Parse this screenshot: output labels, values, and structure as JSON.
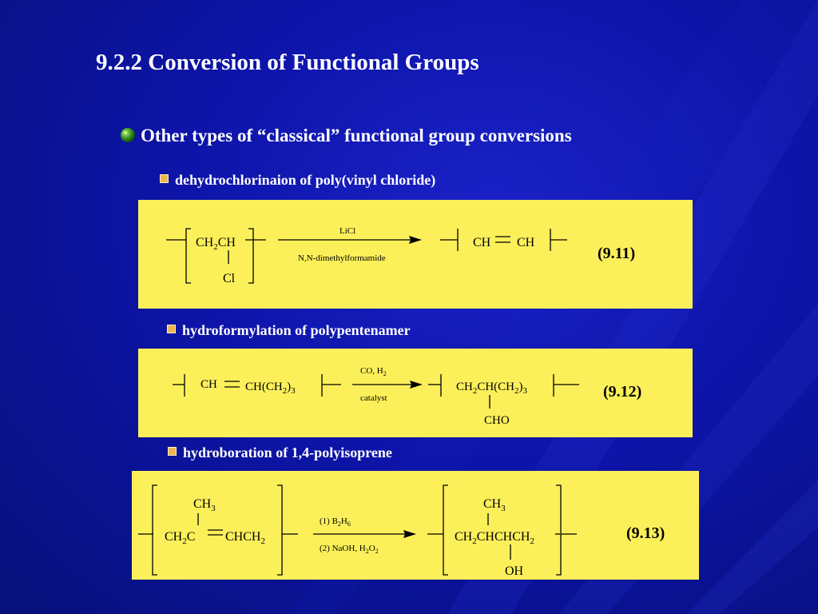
{
  "slide": {
    "title": "9.2.2 Conversion of Functional Groups",
    "bullet": "Other types of  “classical” functional group conversions",
    "icons": {
      "bullet": "green-sphere-icon",
      "subbullet": "orange-square-icon"
    },
    "colors": {
      "background": "#0d14a8",
      "panel": "#fcf05a",
      "subbullet": "#f0b450"
    }
  },
  "reactions": [
    {
      "heading": "dehydrochlorinaion of poly(vinyl chloride)",
      "number": "(9.11)",
      "reagent_above": "LiCl",
      "reagent_below": "N,N-dimethylformamide",
      "reactant": {
        "ch2": "CH",
        "ch2_sub": "2",
        "ch": "CH",
        "substituent": "Cl"
      },
      "product": {
        "left": "CH",
        "right": "CH"
      }
    },
    {
      "heading": "hydroformylation of polypentenamer",
      "number": "(9.12)",
      "reagent_above": "CO, H",
      "reagent_above_sub": "2",
      "reagent_below": "catalyst",
      "reactant": {
        "left": "CH",
        "right": "CH(CH",
        "right_sub": "2",
        "right_close": ")",
        "right_close_sub": "3"
      },
      "product": {
        "main": "CH",
        "main_sub": "2",
        "main2": "CH(CH",
        "main2_sub": "2",
        "close": ")",
        "close_sub": "3",
        "substituent": "CHO"
      }
    },
    {
      "heading": "hydroboration of 1,4-polyisoprene",
      "number": "(9.13)",
      "reagent1": "(1) B",
      "reagent1_sub1": "2",
      "reagent1_h": "H",
      "reagent1_sub2": "6",
      "reagent2": "(2) NaOH, H",
      "reagent2_sub1": "2",
      "reagent2_o": "O",
      "reagent2_sub2": "2",
      "reactant": {
        "methyl": "CH",
        "methyl_sub": "3",
        "ch2": "CH",
        "ch2_sub": "2",
        "c": "C",
        "chch2": "CHCH",
        "chch2_sub": "2"
      },
      "product": {
        "methyl": "CH",
        "methyl_sub": "3",
        "ch2": "CH",
        "ch2_sub": "2",
        "chain": "CHCHCH",
        "chain_sub": "2",
        "substituent": "OH"
      }
    }
  ]
}
